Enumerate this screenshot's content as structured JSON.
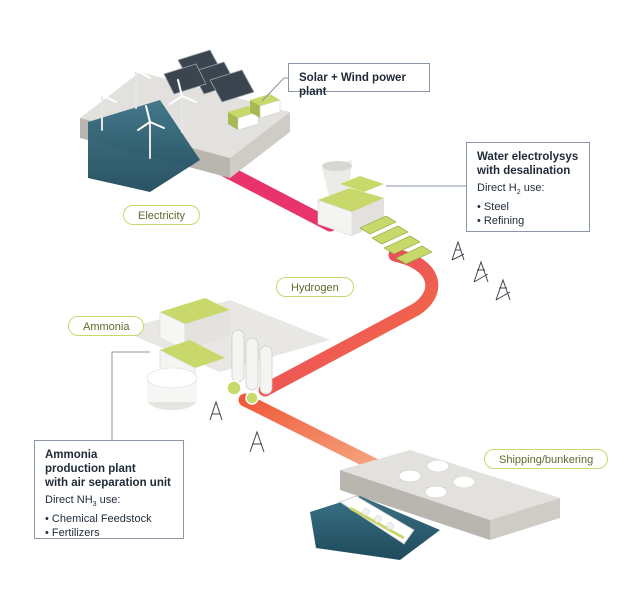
{
  "callouts": {
    "solar_wind": {
      "title": "Solar + Wind power plant"
    },
    "electrolysis": {
      "title_line1": "Water electrolysys",
      "title_line2": "with desalination",
      "use_prefix": "Direct H",
      "use_sub": "2",
      "use_suffix": " use:",
      "items": [
        "Steel",
        "Refining"
      ]
    },
    "ammonia_plant": {
      "title_line1": "Ammonia",
      "title_line2": "production plant",
      "title_line3": "with air separation unit",
      "use_prefix": "Direct NH",
      "use_sub": "3",
      "use_suffix": " use:",
      "items": [
        "Chemical Feedstock",
        "Fertilizers"
      ]
    }
  },
  "flows": {
    "electricity": "Electricity",
    "hydrogen": "Hydrogen",
    "ammonia": "Ammonia",
    "shipping": "Shipping/bunkering"
  },
  "colors": {
    "accent_lime": "#c8d86a",
    "flow_magenta": "#e8336d",
    "flow_orange": "#f26a3b",
    "water": "#2b5f73",
    "platform": "#e3e1dd",
    "callout_border": "#8a96a3"
  }
}
